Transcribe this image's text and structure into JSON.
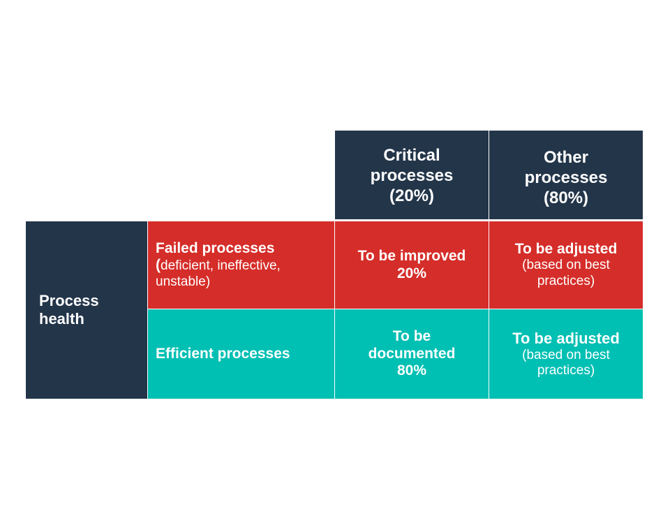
{
  "colors": {
    "navy": "#233549",
    "red": "#d52d29",
    "teal": "#00bfb3",
    "text": "#ffffff"
  },
  "header": {
    "critical": [
      "Critical",
      "processes",
      "(20%)"
    ],
    "other": [
      "Other",
      "processes",
      "(80%)"
    ]
  },
  "row_group": {
    "label": [
      "Process",
      "health"
    ]
  },
  "rows": {
    "failed": {
      "title": "Failed processes",
      "paren_open": "(",
      "detail_1": "deficient, ineffective,",
      "detail_2": "unstable)",
      "critical": [
        "To be improved",
        "20%"
      ],
      "other_title": "To be adjusted",
      "other_detail": [
        "(based on best",
        "practices)"
      ]
    },
    "efficient": {
      "title": "Efficient processes",
      "critical": [
        "To be",
        "documented",
        "80%"
      ],
      "other_title": "To be adjusted",
      "other_detail": [
        "(based on best",
        "practices)"
      ]
    }
  }
}
